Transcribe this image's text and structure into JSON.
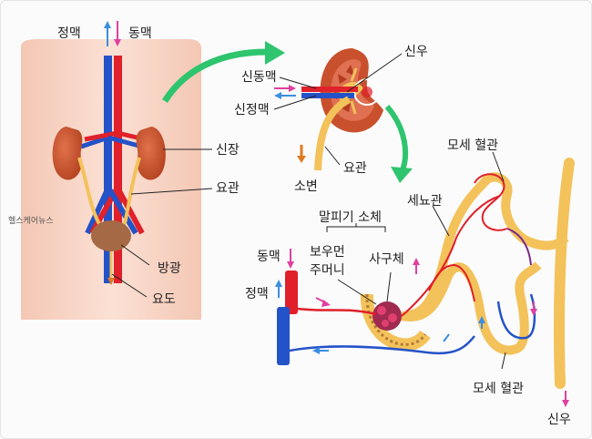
{
  "labels": {
    "vein_top": "정맥",
    "artery_top": "동맥",
    "renal_pelvis": "신우",
    "renal_artery": "신동맥",
    "renal_vein": "신정맥",
    "kidney": "신장",
    "ureter_kidney": "요관",
    "urine": "소변",
    "ureter_body": "요관",
    "watermark": "헬스케어뉴스",
    "bladder": "방광",
    "urethra": "요도",
    "capillary_top": "모세 혈관",
    "tubule": "세뇨관",
    "malpighian": "말피기 소체",
    "bowman_line1": "보우먼",
    "bowman_line2": "주머니",
    "glomerulus": "사구체",
    "artery_detail": "동맥",
    "vein_detail": "정맥",
    "capillary_bottom": "모세 혈관",
    "renal_pelvis_bottom": "신우"
  },
  "colors": {
    "artery": "#e0202a",
    "vein": "#2452c8",
    "ureter": "#f3c25a",
    "kidney": "#c9502d",
    "bladder": "#a56a45",
    "arrow_green": "#2fc46e",
    "arrow_pink": "#e040a0",
    "arrow_blue": "#3b8ee0",
    "arrow_orange": "#e07a20",
    "skin": "#f8d6c6"
  }
}
